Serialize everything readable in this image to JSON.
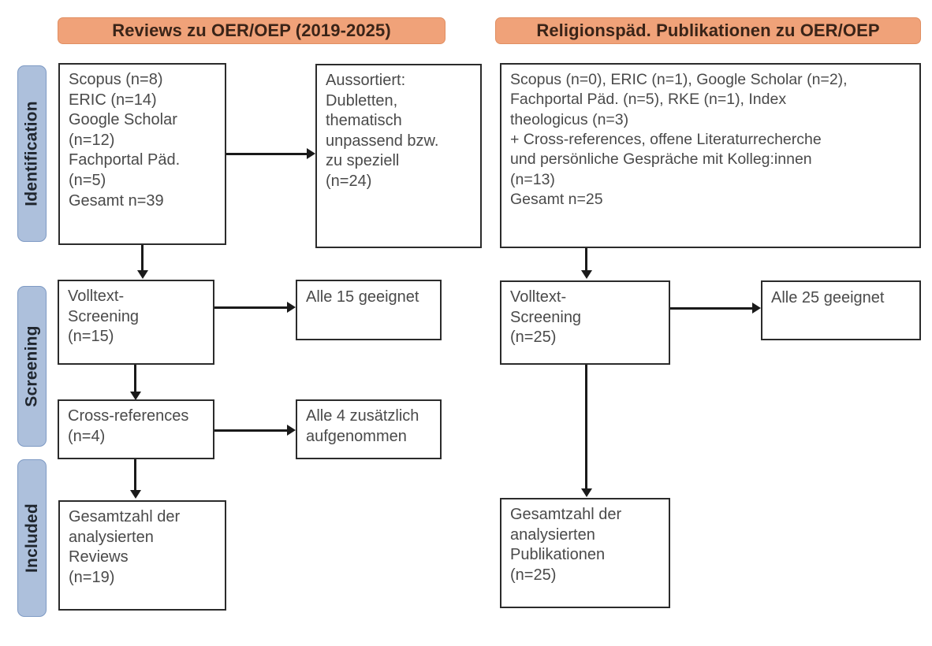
{
  "diagram": {
    "type": "prisma-flow-diagram",
    "stages": [
      {
        "id": "identification",
        "label": "Identification"
      },
      {
        "id": "screening",
        "label": "Screening"
      },
      {
        "id": "included",
        "label": "Included"
      }
    ],
    "columns": [
      {
        "id": "reviews",
        "banner": "Reviews zu OER/OEP (2019-2025)"
      },
      {
        "id": "publikationen",
        "banner": "Religionspäd. Publikationen zu OER/OEP"
      }
    ],
    "nodes": {
      "left_identification_sources": "Scopus (n=8)\nERIC (n=14)\nGoogle Scholar\n(n=12)\nFachportal Päd.\n(n=5)\nGesamt n=39",
      "left_excluded": "Aussortiert:\nDubletten,\nthematisch\nunpassend bzw.\nzu speziell\n(n=24)",
      "left_fulltext_screening": "Volltext-\nScreening\n(n=15)",
      "left_all_eligible": "Alle 15 geeignet",
      "left_cross_references": "Cross-references\n(n=4)",
      "left_all_added": "Alle 4 zusätzlich\naufgenommen",
      "left_included_total": "Gesamtzahl der\nanalysierten\nReviews\n(n=19)",
      "right_identification_sources": "Scopus (n=0), ERIC (n=1), Google Scholar (n=2),\nFachportal Päd. (n=5), RKE (n=1), Index\ntheologicus (n=3)\n+ Cross-references, offene Literaturrecherche\nund persönliche Gespräche mit Kolleg:innen\n(n=13)\nGesamt n=25",
      "right_fulltext_screening": "Volltext-\nScreening\n(n=25)",
      "right_all_eligible": "Alle 25 geeignet",
      "right_included_total": "Gesamtzahl der\nanalysierten\nPublikationen\n(n=25)"
    },
    "colors": {
      "banner_fill": "#f0a279",
      "banner_border": "#e08f62",
      "stage_fill": "#adc0dc",
      "stage_border": "#7e9ac4",
      "node_border": "#2b2b2b",
      "node_text": "#4a4a4a",
      "connector": "#1a1a1a"
    }
  }
}
